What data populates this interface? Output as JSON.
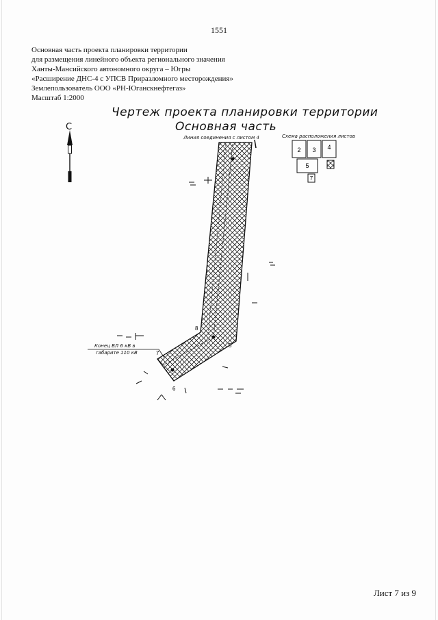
{
  "page_number": "1551",
  "header_lines": [
    "Основная часть проекта планировки территории",
    " для размещения линейного объекта регионального значения",
    "Ханты-Мансийского автономного округа – Югры",
    "«Расширение ДНС-4 с УПСВ Приразломного месторождения»",
    "Землепользователь ООО «РН-Юганскнефтегаз»",
    "Масштаб 1:2000"
  ],
  "drawing": {
    "title": "Чертеж проекта планировки территории",
    "subtitle": "Основная часть",
    "north_label": "С",
    "connection_label": "Линия соединения с листом  4",
    "scheme_title": "Схема расположения листов",
    "sheet_layout": [
      "2",
      "3",
      "4",
      "5",
      "7"
    ],
    "end_label_line1": "Конец ВЛ 6 кВ в",
    "end_label_line2": "габарите 110 кВ",
    "point_labels": [
      "8",
      "5",
      "7",
      "6"
    ]
  },
  "footer": "Лист 7 из 9"
}
